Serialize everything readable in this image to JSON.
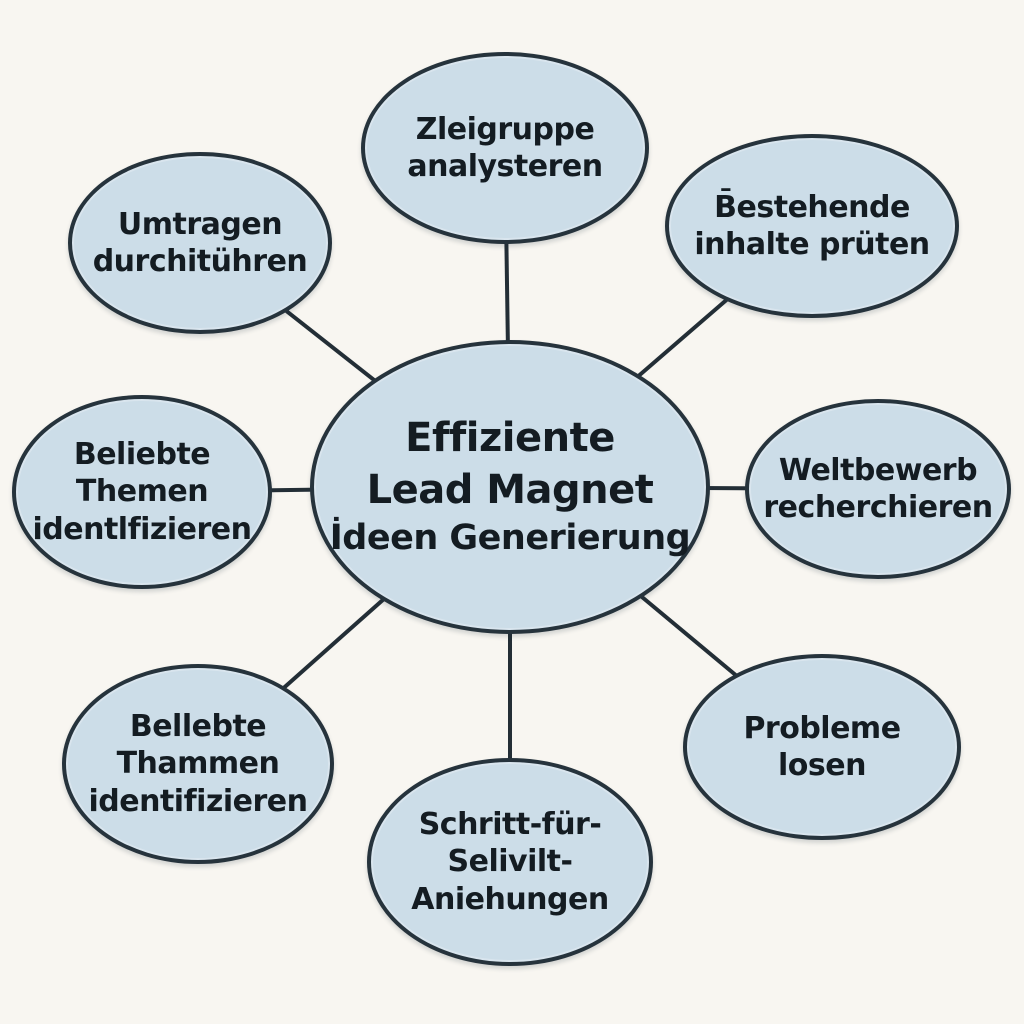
{
  "diagram": {
    "type": "mind-map",
    "colors": {
      "background": "#f8f6f1",
      "node_fill": "#ccdde8",
      "node_border": "#26333c",
      "connector_line": "#232e36",
      "text": "#141c22"
    },
    "center": {
      "lines": [
        "Effiziente",
        "Lead Magnet",
        "İdeen Generierung"
      ]
    },
    "nodes": [
      {
        "position": "top",
        "lines": [
          "Zleigruppe",
          "analysteren"
        ]
      },
      {
        "position": "top-right",
        "lines": [
          "B̄estehende",
          "inhalte prüten"
        ]
      },
      {
        "position": "right",
        "lines": [
          "Weltbewerb",
          "recherchieren"
        ]
      },
      {
        "position": "bottom-right",
        "lines": [
          "Probleme",
          "losen"
        ]
      },
      {
        "position": "bottom",
        "lines": [
          "Schritt-für-",
          "Selivilt-",
          "Aniehungen"
        ]
      },
      {
        "position": "bottom-left",
        "lines": [
          "Bellebte",
          "Thammen",
          "identifizieren"
        ]
      },
      {
        "position": "left",
        "lines": [
          "Beliebte",
          "Themen",
          "identlfizieren"
        ]
      },
      {
        "position": "top-left",
        "lines": [
          "Umtragen",
          "durchitühren"
        ]
      }
    ]
  }
}
